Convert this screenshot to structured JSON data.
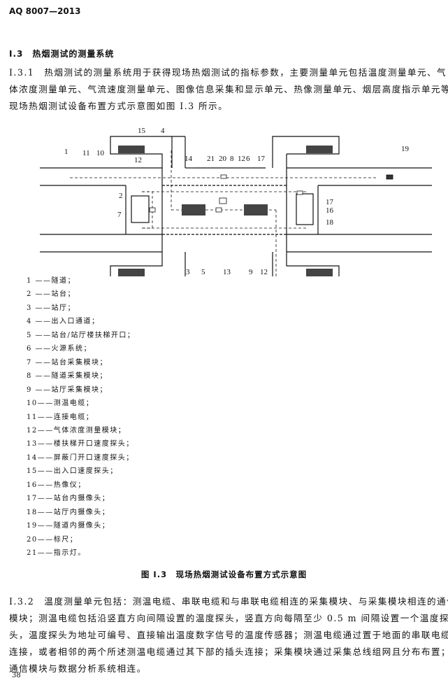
{
  "header": {
    "doc_code": "AQ 8007—2013"
  },
  "section": {
    "title": "I.3　热烟测试的测量系统"
  },
  "para1": {
    "lines": [
      "I.3.1　热烟测试的测量系统用于获得现场热烟测试的指标参数，主要测量单元包括温度测量单元、气",
      "体浓度测量单元、气流速度测量单元、图像信息采集和显示单元、热像测量单元、烟层高度指示单元等。",
      "现场热烟测试设备布置方式示意图如图 I.3 所示。"
    ]
  },
  "diagram": {
    "labels": [
      "15",
      "4",
      "1",
      "11",
      "10",
      "12",
      "14",
      "21",
      "20",
      "8",
      "12",
      "6",
      "17",
      "19",
      "2",
      "7",
      "17",
      "16",
      "18",
      "3",
      "5",
      "13",
      "9",
      "12"
    ]
  },
  "legend": [
    "1 ——隧道；",
    "2 ——站台；",
    "3 ——站厅；",
    "4 ——出入口通道；",
    "5 ——站台/站厅楼扶梯开口；",
    "6 ——火源系统；",
    "7 ——站台采集模块；",
    "8 ——隧道采集模块；",
    "9 ——站厅采集模块；",
    "10——测温电缆；",
    "11——连接电缆；",
    "12——气体浓度测量模块；",
    "13——楼扶梯开口速度探头；",
    "14——屏蔽门开口速度探头；",
    "15——出入口速度探头；",
    "16——热像仪；",
    "17——站台内摄像头；",
    "18——站厅内摄像头；",
    "19——隧道内摄像头；",
    "20——标尺；",
    "21——指示灯。"
  ],
  "figure": {
    "caption": "图 I.3　现场热烟测试设备布置方式示意图"
  },
  "para2": {
    "lines": [
      "I.3.2　温度测量单元包括：测温电缆、串联电缆和与串联电缆相连的采集模块、与采集模块相连的通信",
      "模块；测温电缆包括沿竖直方向间隔设置的温度探头，竖直方向每隔至少 0.5 m 间隔设置一个温度探",
      "头，温度探头为地址可编号、直接输出温度数字信号的温度传感器；测温电缆通过置于地面的串联电缆",
      "连接，或者相邻的两个所述测温电缆通过其下部的插头连接；采集模块通过采集总线组网且分布布置；",
      "通信模块与数据分析系统相连。"
    ]
  },
  "footer": {
    "page_number": "38"
  }
}
